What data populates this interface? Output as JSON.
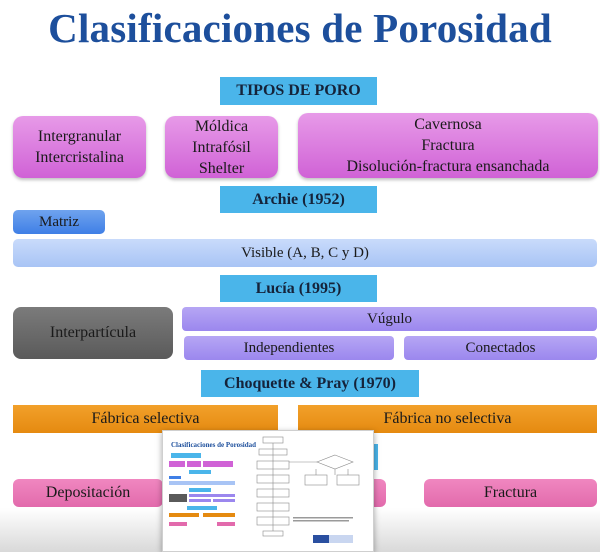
{
  "title": "Clasificaciones de Porosidad",
  "sections": {
    "tipos_header": "TIPOS DE PORO",
    "tipos_boxes": [
      "Intergranular\nIntercristalina",
      "Móldica\nIntrafósil\nShelter",
      "Cavernosa\nFractura\nDisolución-fractura ensanchada"
    ],
    "archie_header": "Archie (1952)",
    "archie_matrix": "Matriz",
    "archie_visible": "Visible (A, B, C y D)",
    "lucia_header": "Lucía (1995)",
    "lucia_interparticula": "Interpartícula",
    "lucia_vugulo": "Vúgulo",
    "lucia_independientes": "Independientes",
    "lucia_conectados": "Conectados",
    "choquette_header": "Choquette & Pray (1970)",
    "fabrica_selectiva": "Fábrica selectiva",
    "fabrica_no_selectiva": "Fábrica no selectiva",
    "depositacion": "Depositación",
    "fractura": "Fractura"
  },
  "thumbnail": {
    "title": "Clasificaciones de Porosidad"
  },
  "colors": {
    "title": "#1d4f9c",
    "header": "#4ab5ea",
    "pink": "#d062d6",
    "blue_dark": "#3f7fe6",
    "blue_light": "#a8c4f5",
    "gray": "#5a5a5a",
    "purple": "#9b87ee",
    "orange": "#e58a10",
    "pink2": "#e26aac"
  }
}
